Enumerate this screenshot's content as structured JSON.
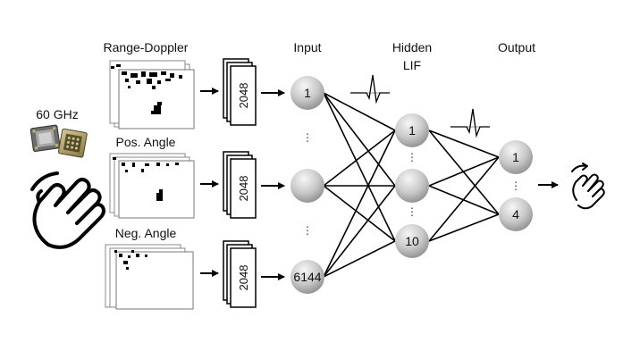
{
  "labels": {
    "range_doppler": "Range-Doppler",
    "pos_angle": "Pos. Angle",
    "neg_angle": "Neg. Angle",
    "radar": "60 GHz",
    "input": "Input",
    "hidden_1": "Hidden",
    "hidden_2": "LIF",
    "output": "Output"
  },
  "stacks": [
    "2048",
    "2048",
    "2048"
  ],
  "nodes": {
    "input": [
      "1",
      "",
      "6144"
    ],
    "hidden": [
      "1",
      "",
      "10"
    ],
    "output": [
      "1",
      "4"
    ]
  },
  "ellipsis": "⋮",
  "colors": {
    "node_light": "#f4f4f4",
    "node_dark": "#8f8f8f",
    "line": "#000000"
  },
  "icons": [
    "radar-chip-icon",
    "waving-hand-icon",
    "spike-icon",
    "gesture-hand-icon"
  ]
}
